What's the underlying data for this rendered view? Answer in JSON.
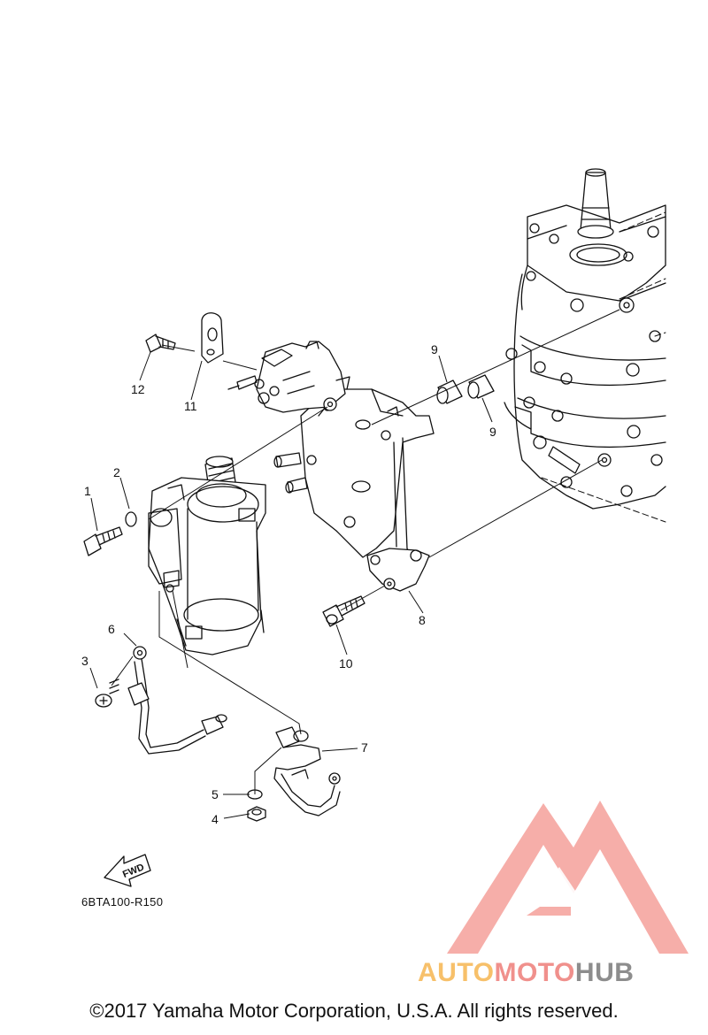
{
  "diagram": {
    "callouts": [
      {
        "id": "c1",
        "label": "1"
      },
      {
        "id": "c2",
        "label": "2"
      },
      {
        "id": "c3",
        "label": "3"
      },
      {
        "id": "c4",
        "label": "4"
      },
      {
        "id": "c5",
        "label": "5"
      },
      {
        "id": "c6",
        "label": "6"
      },
      {
        "id": "c7",
        "label": "7"
      },
      {
        "id": "c8",
        "label": "8"
      },
      {
        "id": "c9a",
        "label": "9"
      },
      {
        "id": "c9b",
        "label": "9"
      },
      {
        "id": "c10",
        "label": "10"
      },
      {
        "id": "c11",
        "label": "11"
      },
      {
        "id": "c12",
        "label": "12"
      }
    ],
    "fwd_label": "FWD",
    "reference_code": "6BTA100-R150"
  },
  "watermark": {
    "brand_part1": "AUTO",
    "brand_part2": "MOTO",
    "brand_part3": "HUB",
    "colors": {
      "yellow": "#f7c06a",
      "salmon": "#f0908c",
      "gray": "#8d8d8d"
    }
  },
  "footer": {
    "copyright": "©2017 Yamaha Motor Corporation, U.S.A. All rights reserved."
  }
}
